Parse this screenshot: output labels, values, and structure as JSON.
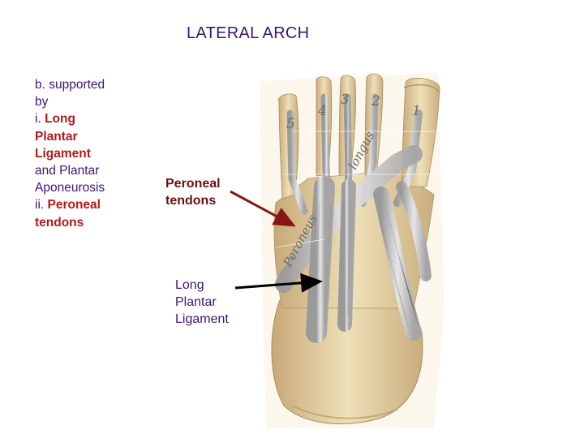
{
  "slide": {
    "title": "LATERAL ARCH",
    "text": {
      "line1": "b. supported",
      "line2": "by",
      "line3_prefix": "i. ",
      "line3_hl": "Long",
      "line4_hl": "Plantar",
      "line5_hl": "Ligament",
      "line6": "and Plantar",
      "line7": "Aponeurosis",
      "line8_prefix": "ii. ",
      "line8_hl": "Peroneal",
      "line9_hl": "tendons"
    },
    "labels": {
      "peroneal_1": "Peroneal",
      "peroneal_2": "tendons",
      "long_1": "Long",
      "long_2": "Plantar",
      "long_3": "Ligament"
    },
    "figure_annotations": {
      "toe_1": "1",
      "toe_2": "2",
      "toe_3": "3",
      "toe_4": "4",
      "toe_5": "5",
      "tendon_peroneus": "Peroneus",
      "tendon_longus": "longus"
    },
    "colors": {
      "text_purple": "#3a1670",
      "highlight_red": "#b21a1a",
      "peroneal_label": "#6a1010",
      "arrow_red": "#8b1414",
      "arrow_black": "#000000"
    }
  }
}
